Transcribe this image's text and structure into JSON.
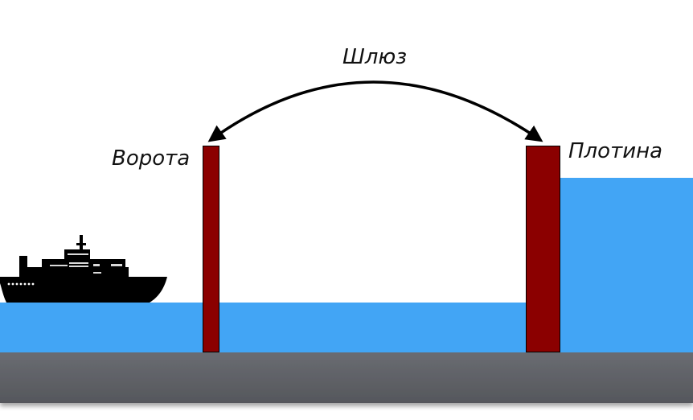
{
  "labels": {
    "lock": "Шлюз",
    "gate": "Ворота",
    "dam": "Плотина"
  },
  "colors": {
    "water": "#42a5f5",
    "ground": "#5e6066",
    "wall": "#8b0000",
    "wall_outline": "#000000",
    "ship": "#000000",
    "arrow": "#000000",
    "text": "#111111",
    "background": "#ffffff"
  },
  "icons": {
    "ship": "ship-icon"
  }
}
